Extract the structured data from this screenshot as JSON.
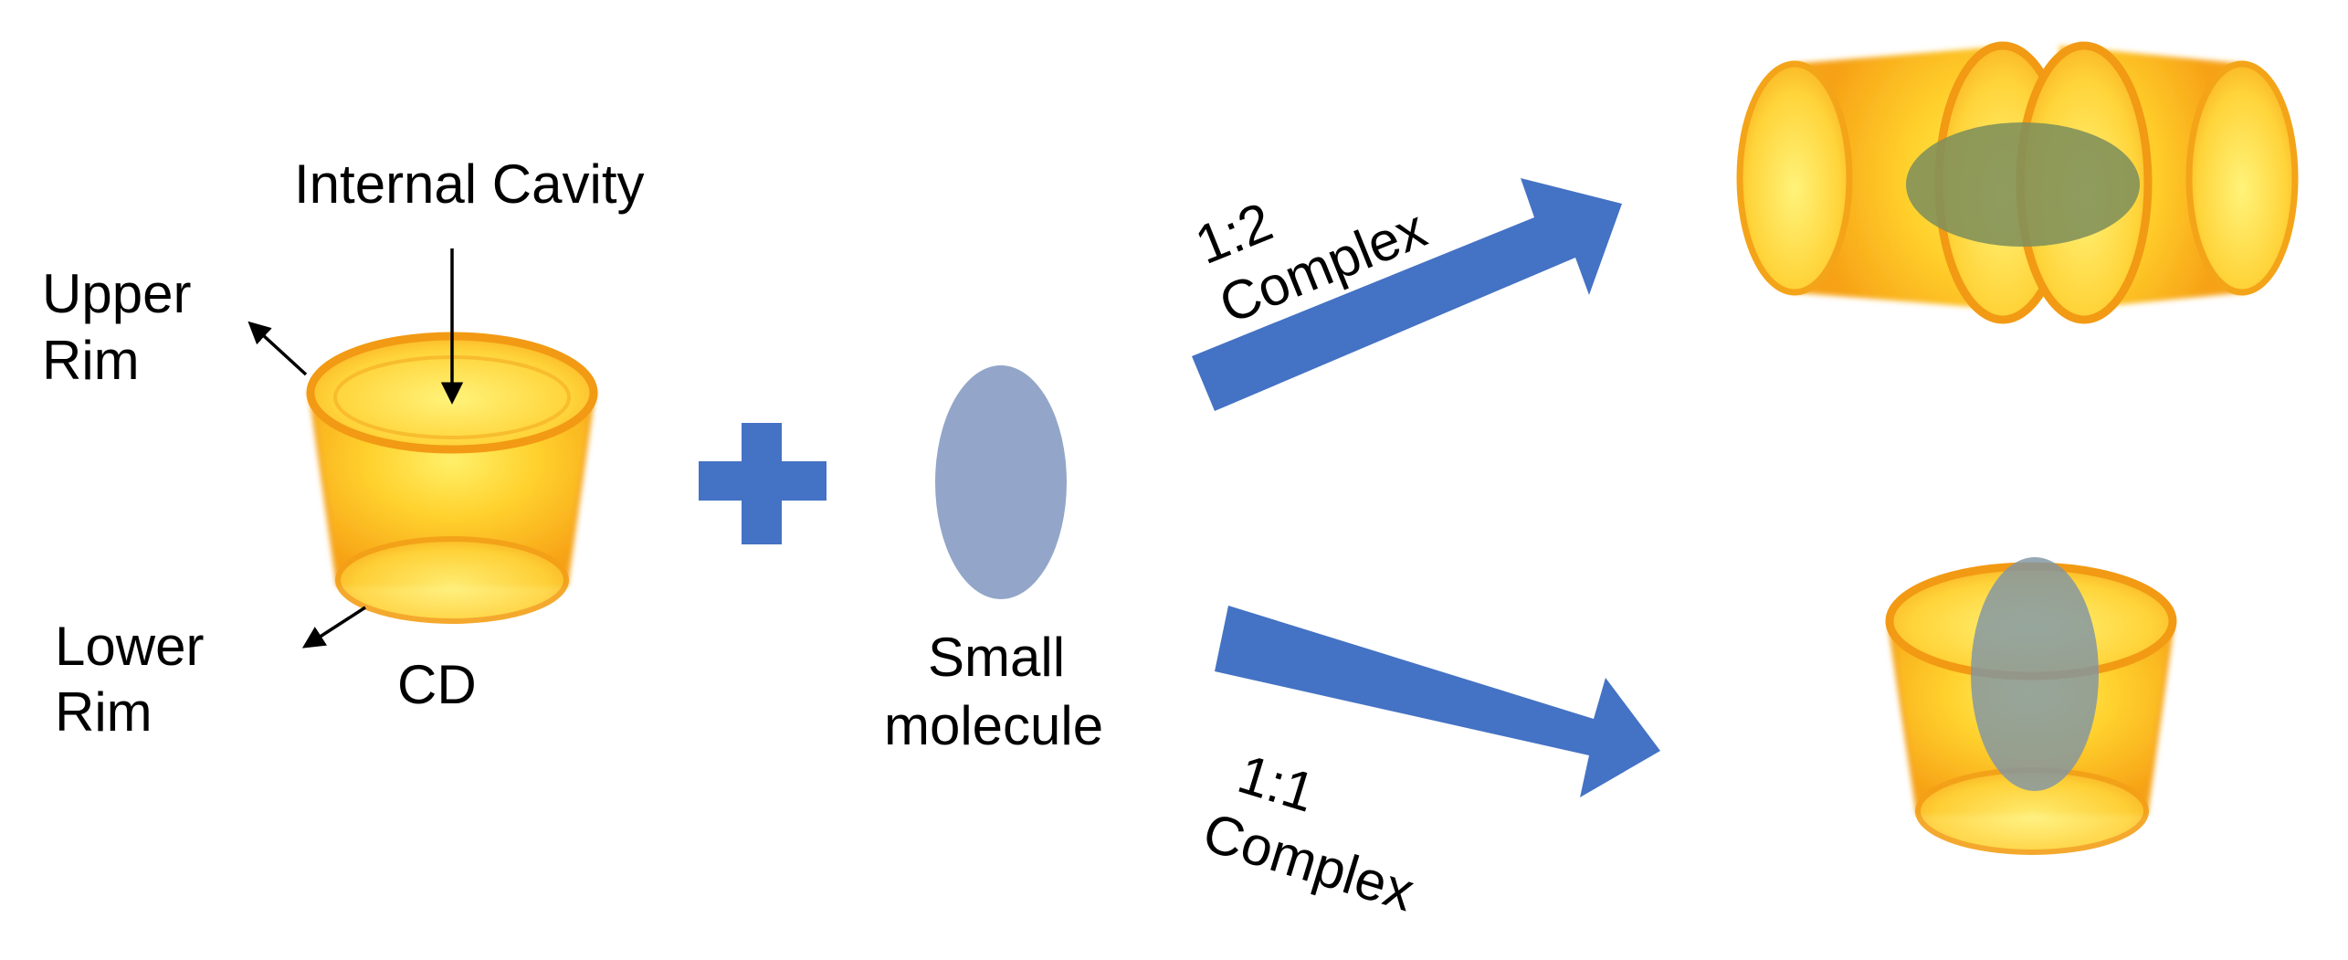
{
  "labels": {
    "internal_cavity": "Internal Cavity",
    "upper_rim_line1": "Upper",
    "upper_rim_line2": "Rim",
    "lower_rim_line1": "Lower",
    "lower_rim_line2": "Rim",
    "cd": "CD",
    "small_molecule_line1": "Small",
    "small_molecule_line2": "molecule",
    "complex_1_2_line1": "1:2",
    "complex_1_2_line2": "Complex",
    "complex_1_1_line1": "1:1",
    "complex_1_1_line2": "Complex"
  },
  "colors": {
    "cd_light": "#ffe94a",
    "cd_mid": "#ffc21a",
    "cd_dark": "#f59a12",
    "molecule": "#93a6c9",
    "guest_in_complex": "#7f8f5a",
    "arrow_blue": "#4472c4",
    "text": "#000000"
  }
}
